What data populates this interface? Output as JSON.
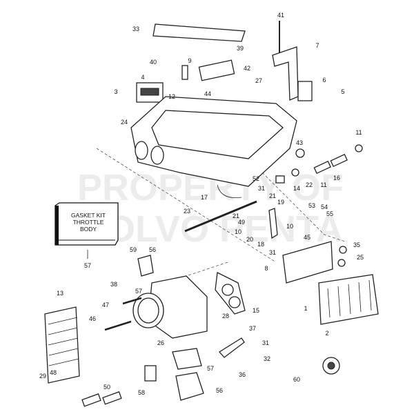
{
  "title": "Throttle body and intake manifold exploded parts diagram",
  "watermark": [
    "PROPERTY OF",
    "VOLVO PENTA"
  ],
  "gasket_kit_box": [
    "GASKET KIT",
    "THROTTLE",
    "BODY"
  ],
  "callouts": [
    "33",
    "41",
    "7",
    "39",
    "40",
    "9",
    "42",
    "4",
    "12",
    "27",
    "44",
    "6",
    "3",
    "5",
    "24",
    "11",
    "43",
    "52",
    "31",
    "22",
    "11",
    "16",
    "14",
    "17",
    "21",
    "21",
    "19",
    "53",
    "54",
    "55",
    "23",
    "49",
    "10",
    "10",
    "20",
    "18",
    "45",
    "31",
    "35",
    "25",
    "8",
    "57",
    "59",
    "56",
    "38",
    "57",
    "47",
    "13",
    "15",
    "1",
    "28",
    "46",
    "37",
    "26",
    "31",
    "2",
    "32",
    "57",
    "36",
    "29",
    "48",
    "60",
    "58",
    "56",
    "50"
  ]
}
